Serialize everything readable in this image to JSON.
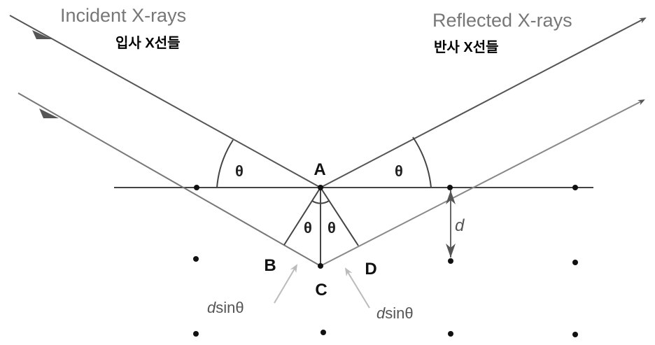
{
  "incident": {
    "label_en": "Incident X-rays",
    "label_ko": "입사 X선들"
  },
  "reflected": {
    "label_en": "Reflected X-rays",
    "label_ko": "반사 X선들"
  },
  "points": {
    "a": "A",
    "b": "B",
    "c": "C",
    "d": "D"
  },
  "angles": {
    "left": "θ",
    "right": "θ",
    "inner_left": "θ",
    "inner_right": "θ"
  },
  "spacing": {
    "d": "d"
  },
  "path_diff": {
    "left": {
      "var": "d",
      "text": "sinθ"
    },
    "right": {
      "var": "d",
      "text": "sinθ"
    }
  },
  "colors": {
    "line": "#444444",
    "ray": "#6a6a6a",
    "pointer": "#b8b8b8",
    "dot": "#111111"
  }
}
